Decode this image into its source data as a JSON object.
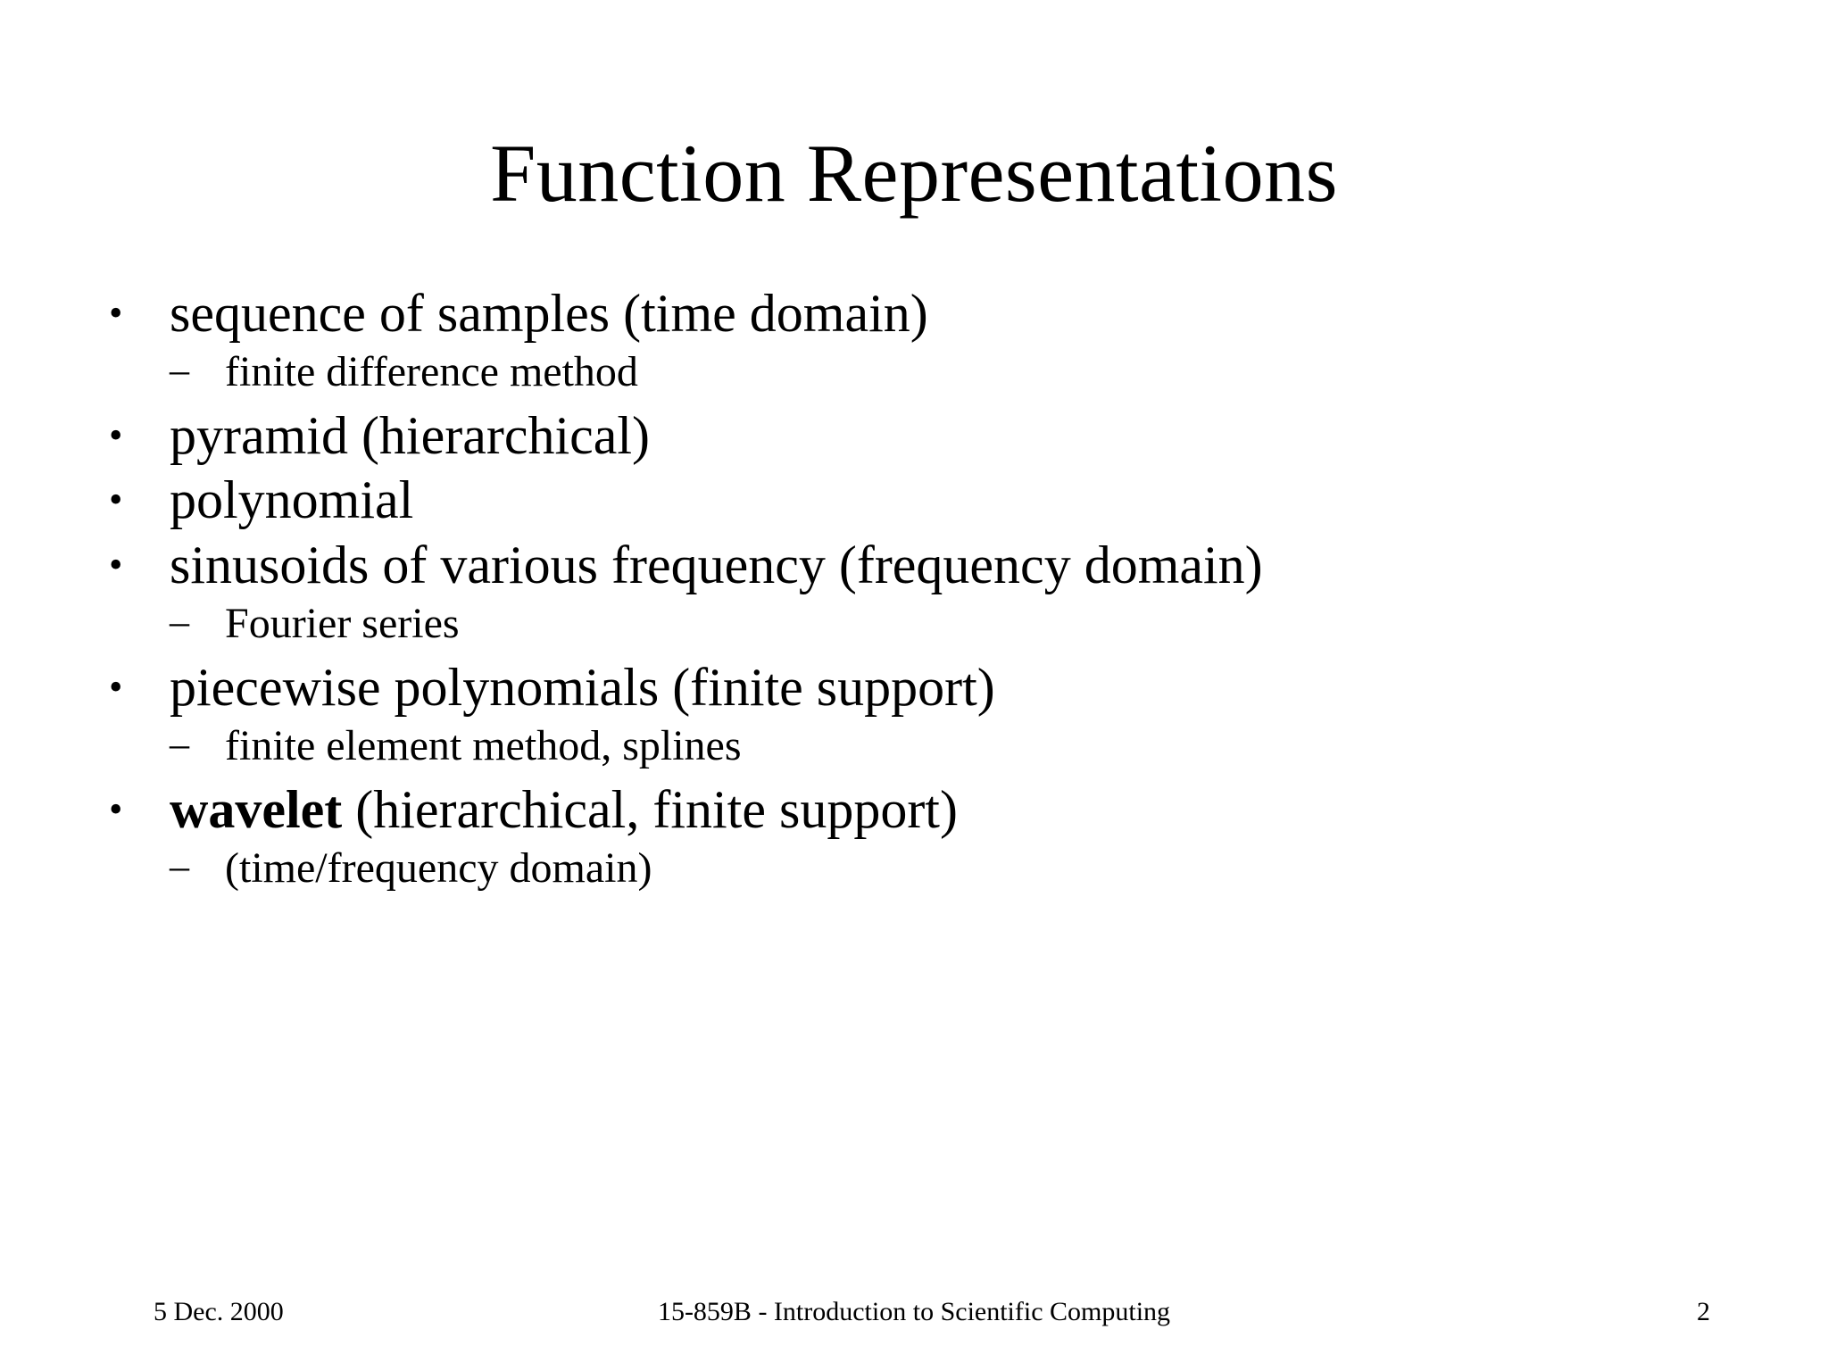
{
  "slide": {
    "title": "Function Representations",
    "bullets": [
      {
        "level": 1,
        "marker": "•",
        "text": "sequence of samples (time domain)",
        "bold_prefix": ""
      },
      {
        "level": 2,
        "marker": "–",
        "text": "finite difference method",
        "bold_prefix": ""
      },
      {
        "level": 1,
        "marker": "•",
        "text": "pyramid (hierarchical)",
        "bold_prefix": ""
      },
      {
        "level": 1,
        "marker": "•",
        "text": "polynomial",
        "bold_prefix": ""
      },
      {
        "level": 1,
        "marker": "•",
        "text": "sinusoids of various frequency (frequency domain)",
        "bold_prefix": ""
      },
      {
        "level": 2,
        "marker": "–",
        "text": "Fourier series",
        "bold_prefix": ""
      },
      {
        "level": 1,
        "marker": "•",
        "text": "piecewise polynomials (finite support)",
        "bold_prefix": ""
      },
      {
        "level": 2,
        "marker": "–",
        "text": "finite element method, splines",
        "bold_prefix": ""
      },
      {
        "level": 1,
        "marker": "•",
        "text": " (hierarchical, finite support)",
        "bold_prefix": "wavelet"
      },
      {
        "level": 2,
        "marker": "–",
        "text": "(time/frequency domain)",
        "bold_prefix": ""
      }
    ]
  },
  "footer": {
    "date": "5 Dec. 2000",
    "course": "15-859B - Introduction to Scientific Computing",
    "page_number": "2"
  },
  "colors": {
    "background": "#ffffff",
    "text": "#000000"
  }
}
